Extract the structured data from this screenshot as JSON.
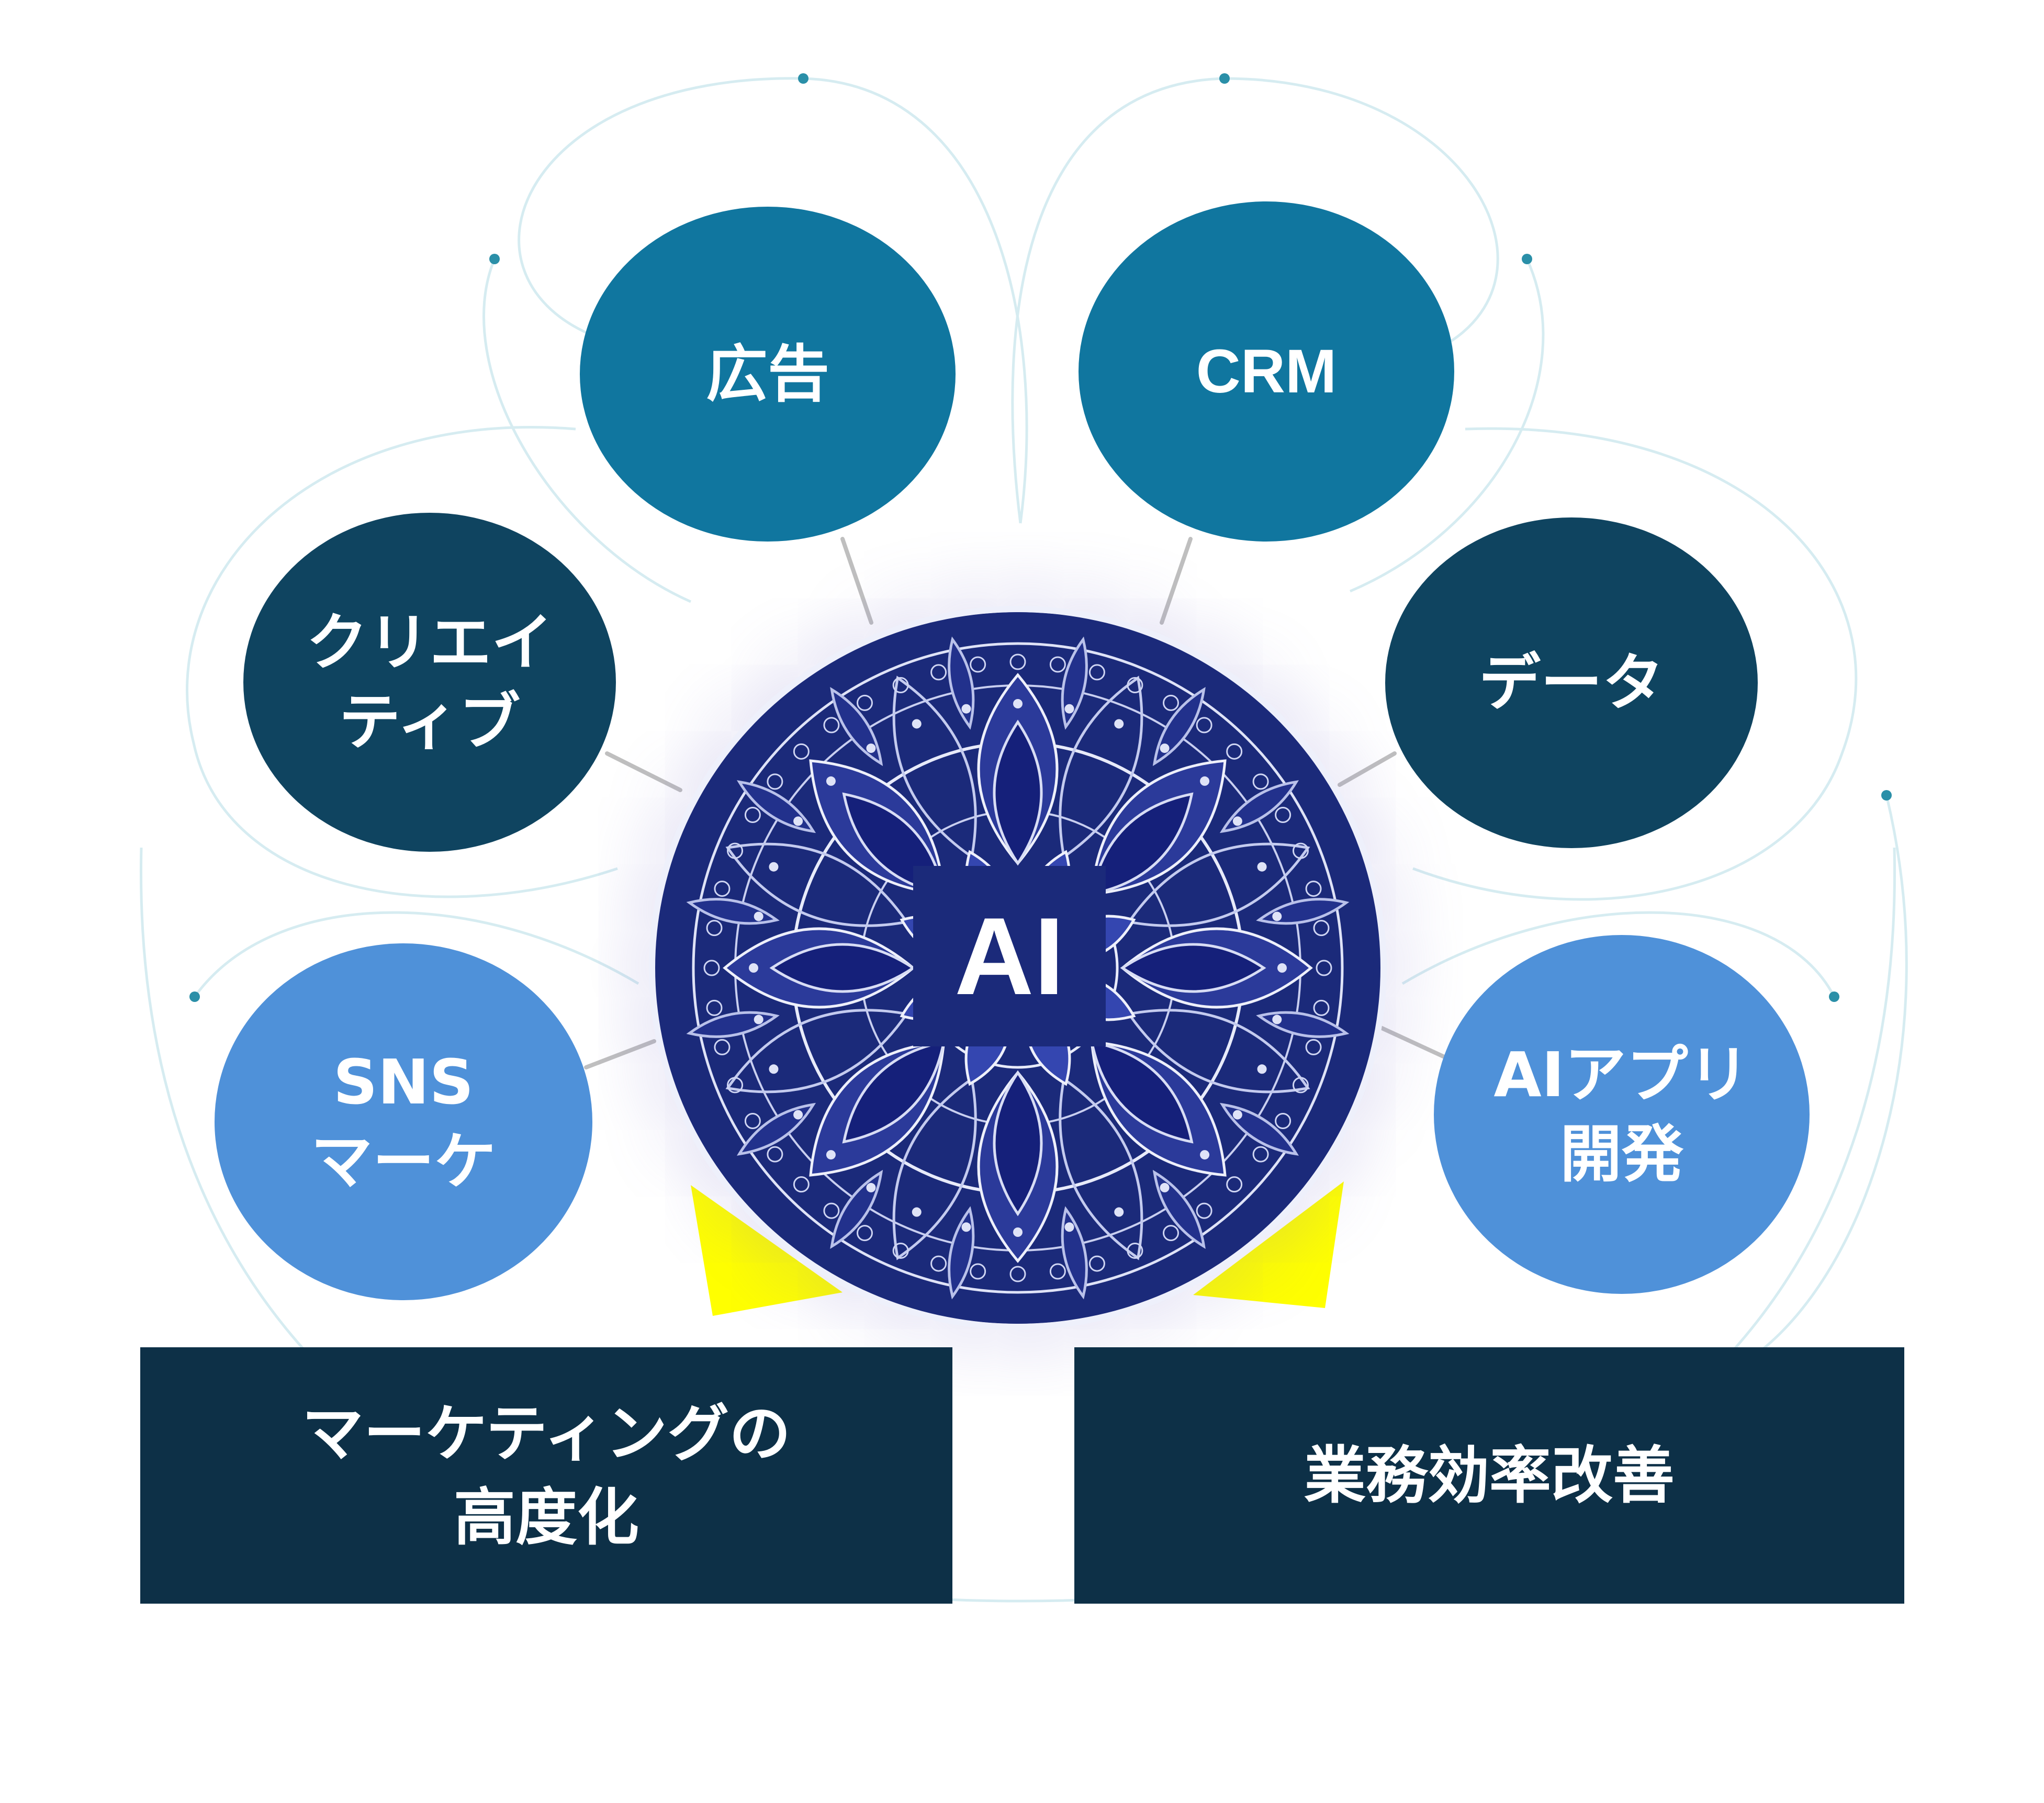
{
  "diagram": {
    "center": {
      "label": "AI"
    },
    "nodes": [
      {
        "id": "koukoku",
        "label": "広告",
        "color": "#10769f"
      },
      {
        "id": "crm",
        "label": "CRM",
        "color": "#10769f"
      },
      {
        "id": "creative",
        "label": "クリエイ\nティブ",
        "color": "#0f4460"
      },
      {
        "id": "data",
        "label": "データ",
        "color": "#0f4460"
      },
      {
        "id": "sns",
        "label": "SNS\nマーケ",
        "color": "#4f91d9"
      },
      {
        "id": "aiapp",
        "label": "AIアプリ\n開発",
        "color": "#4f91d9"
      }
    ],
    "outcomes": {
      "marketing": "マーケティングの\n高度化",
      "gyomu": "業務効率改善"
    },
    "colors": {
      "outcome_box": "#0d3047",
      "arrow": "#ffff00",
      "center": "#1b2a7a",
      "connector": "#bfbfbf",
      "decor_curve": "#cfe8ee",
      "decor_dot": "#2a8fa8"
    }
  }
}
